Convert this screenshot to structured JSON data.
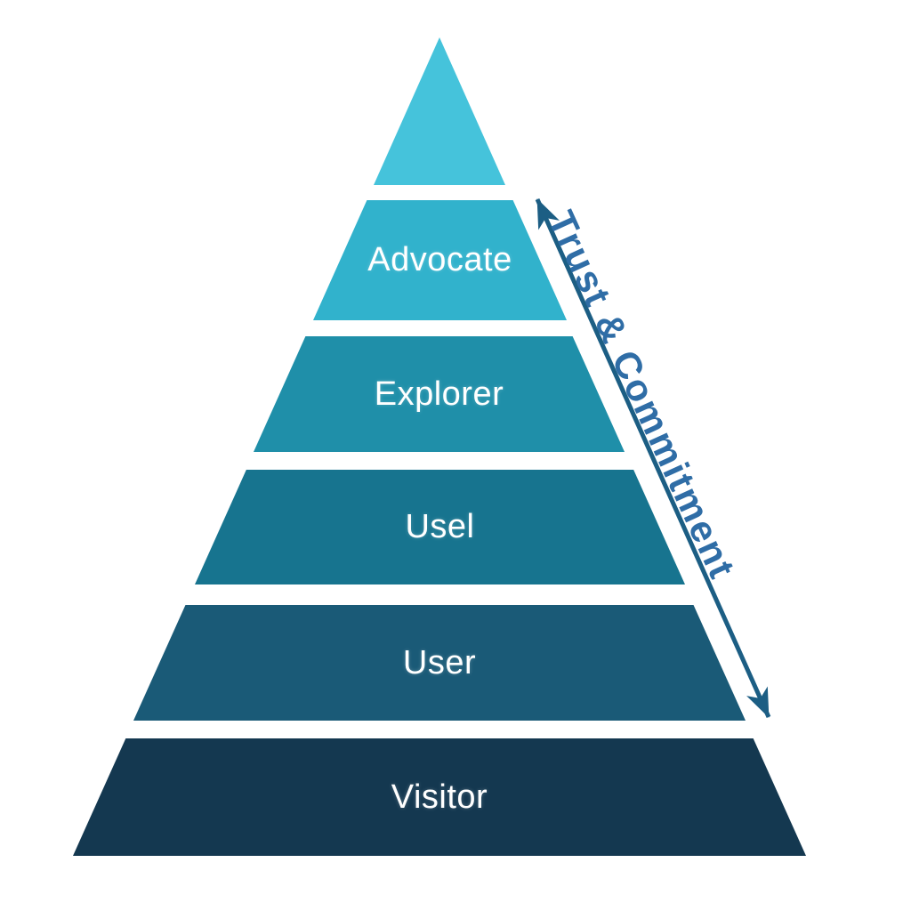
{
  "background_color": "#FFFFFF",
  "pyramid": {
    "label_text_color": "#FFFFFF",
    "levels": [
      {
        "label": "",
        "color": "#45C3DB"
      },
      {
        "label": "Advocate",
        "color": "#31B2CC"
      },
      {
        "label": "Explorer",
        "color": "#1F8FA9"
      },
      {
        "label": "Usel",
        "color": "#17748F"
      },
      {
        "label": "User",
        "color": "#1A5A77"
      },
      {
        "label": "Visitor",
        "color": "#143850"
      }
    ]
  },
  "axis_arrow": {
    "label": "Trust & Commitment",
    "label_color": "#2F6DA6",
    "line_color": "#1C5E84",
    "double_headed": true
  },
  "chart_data": {
    "type": "pyramid",
    "levels_top_to_bottom": [
      "",
      "Advocate",
      "Explorer",
      "Usel",
      "User",
      "Visitor"
    ],
    "axis_annotation": "Trust & Commitment"
  }
}
